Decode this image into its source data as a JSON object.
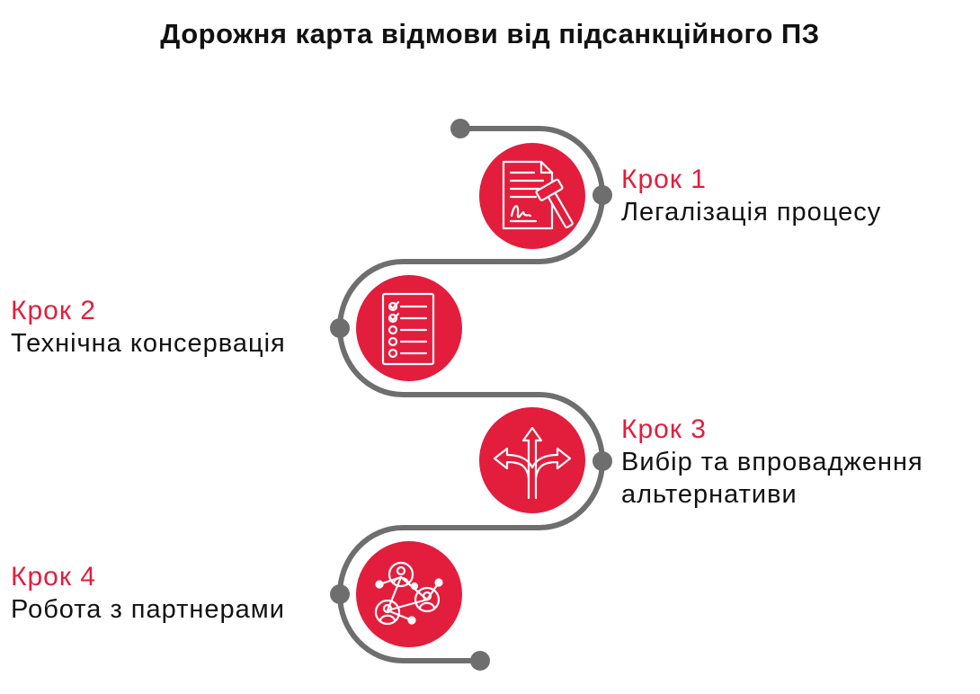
{
  "title": "Дорожня карта відмови від підсанкційного ПЗ",
  "colors": {
    "accent": "#e31d3c",
    "path": "#6e6e6e",
    "text": "#111111",
    "icon_stroke": "#ffffff"
  },
  "steps": [
    {
      "kicker": "Крок 1",
      "label": "Легалізація процесу",
      "icon": "document-gavel-icon"
    },
    {
      "kicker": "Крок 2",
      "label": "Технічна консервація",
      "icon": "checklist-icon"
    },
    {
      "kicker": "Крок 3",
      "label": "Вибір та впровадження альтернативи",
      "icon": "split-arrows-icon"
    },
    {
      "kicker": "Крок 4",
      "label": "Робота з партнерами",
      "icon": "network-people-icon"
    }
  ]
}
